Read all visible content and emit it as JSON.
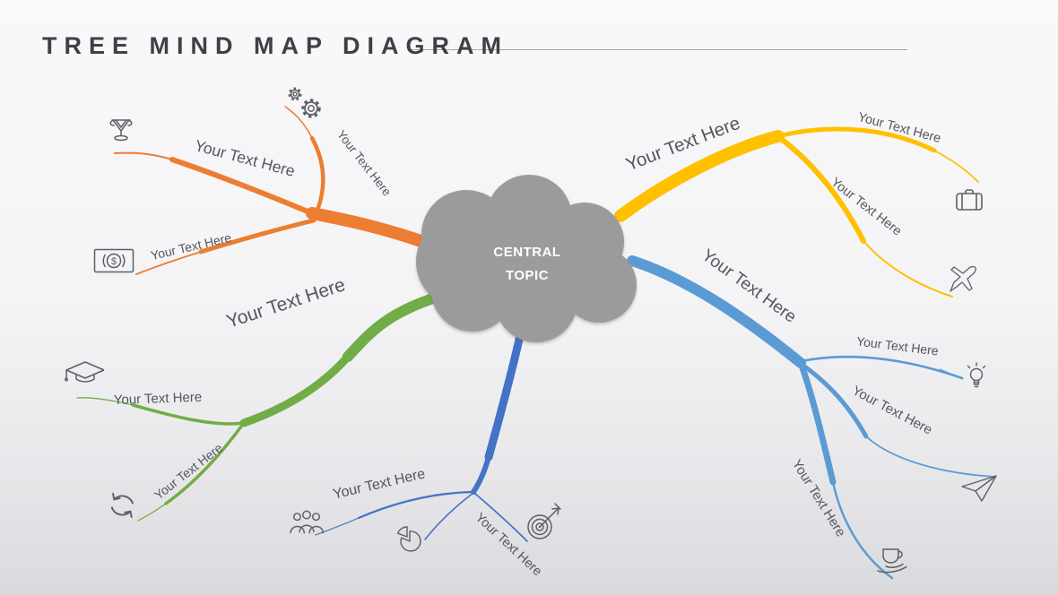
{
  "title": {
    "text": "TREE MIND MAP DIAGRAM"
  },
  "central": {
    "line1": "CENTRAL",
    "line2": "TOPIC",
    "cloud_color": "#9b9b9b",
    "text_color": "#ffffff"
  },
  "colors": {
    "orange": "#ED7D31",
    "yellow": "#FFC000",
    "green": "#70AD47",
    "royal_blue": "#4472C4",
    "light_blue": "#5B9BD5",
    "icon_gray": "#5c5f66",
    "label_gray": "#55565e",
    "title_gray": "#3f4045"
  },
  "branches": {
    "orange": {
      "color": "#ED7D31",
      "labels": {
        "trophy": "Your Text Here",
        "money": "Your Text Here",
        "gears": "Your Text Here"
      },
      "icons": [
        "trophy-icon",
        "money-icon",
        "gears-icon"
      ]
    },
    "yellow": {
      "color": "#FFC000",
      "labels": {
        "trunk": "Your Text Here",
        "briefcase": "Your Text Here",
        "plane": "Your Text Here"
      },
      "icons": [
        "briefcase-icon",
        "plane-icon"
      ]
    },
    "green": {
      "color": "#70AD47",
      "labels": {
        "trunk": "Your Text Here",
        "graduation_cap": "Your Text Here",
        "recycle": "Your Text Here"
      },
      "icons": [
        "graduation-cap-icon",
        "recycle-icon"
      ]
    },
    "royal_blue": {
      "color": "#4472C4",
      "labels": {
        "people": "Your Text Here",
        "target": "Your Text Here"
      },
      "icons": [
        "people-icon",
        "pie-chart-icon",
        "target-icon"
      ]
    },
    "light_blue": {
      "color": "#5B9BD5",
      "labels": {
        "trunk": "Your Text Here",
        "lightbulb": "Your Text Here",
        "paper_plane": "Your Text Here",
        "coffee": "Your Text Here"
      },
      "icons": [
        "lightbulb-icon",
        "paper-plane-icon",
        "coffee-cup-icon"
      ]
    }
  }
}
